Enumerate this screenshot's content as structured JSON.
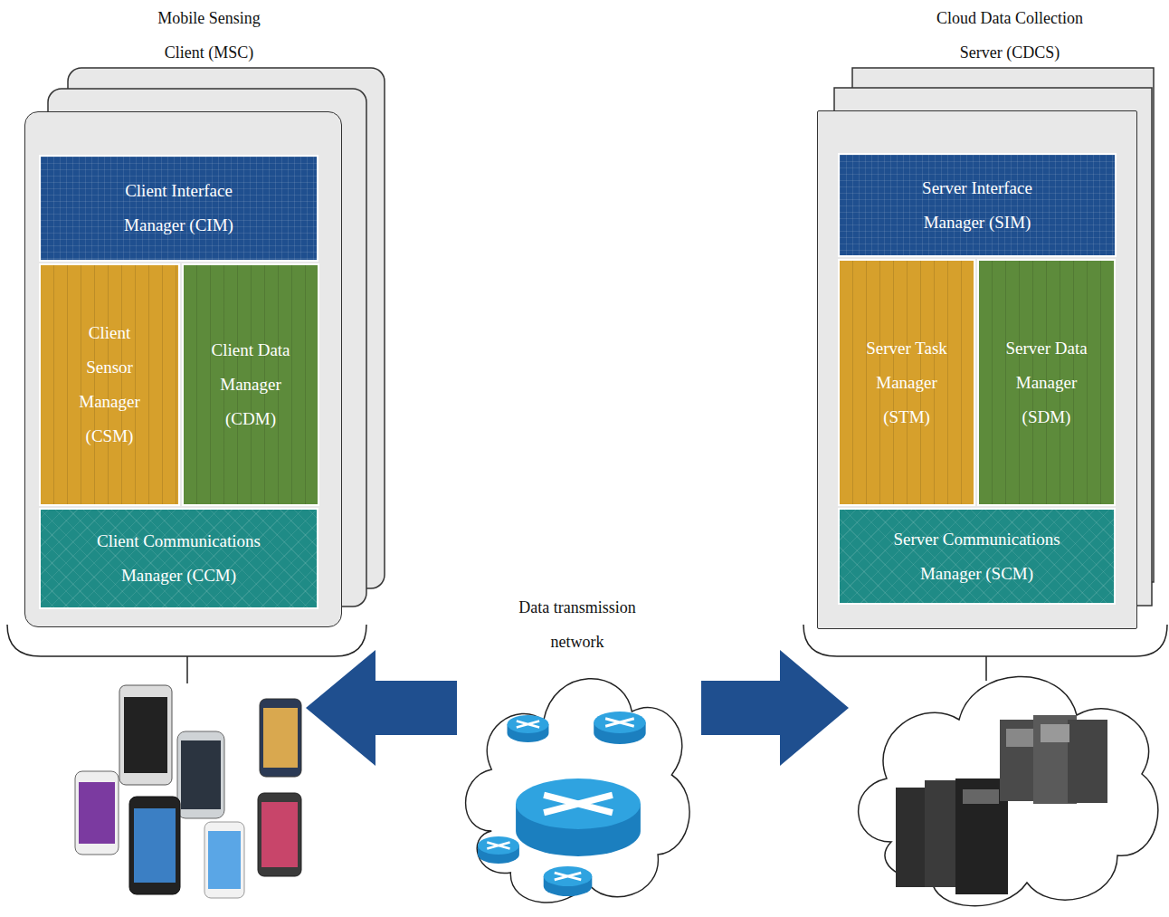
{
  "diagram": {
    "nodes": [
      {
        "text": [
          "Mobile Sensing Client (MSC)"
        ]
      },
      {
        "text": [
          "Client Interface Manager (CIM)"
        ],
        "in": 0
      },
      {
        "text": [
          "Client Sensor Manager (CSM)"
        ],
        "in": 0
      },
      {
        "text": [
          "Client Data Manager (CDM)"
        ],
        "in": 0
      },
      {
        "text": [
          "Client Communications Manager (CCM)"
        ],
        "in": 0
      },
      {
        "text": [
          "Cloud Data Collection Server (CDCS)"
        ]
      },
      {
        "text": [
          "Server Interface Manager (SIM)"
        ],
        "in": 5
      },
      {
        "text": [
          "Server Task Manager (STM)"
        ],
        "in": 5
      },
      {
        "text": [
          "Server Data Manager (SDM)"
        ],
        "in": 5
      },
      {
        "text": [
          "Server Communications Manager (SCM)"
        ],
        "in": 5
      },
      {
        "text": [
          "Data transmission network"
        ]
      }
    ]
  }
}
